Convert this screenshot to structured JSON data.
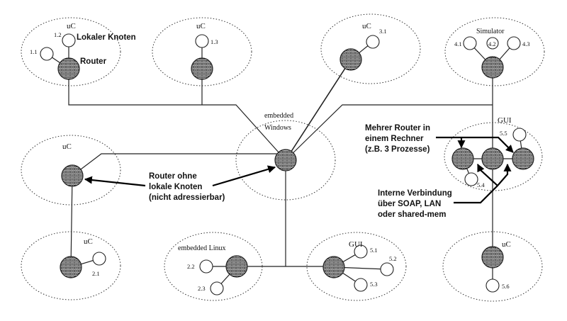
{
  "groups": {
    "uc1": "uC",
    "uc2": "uC",
    "uc3": "uC",
    "simulator": "Simulator",
    "windows_1": "embedded",
    "windows_2": "Windows",
    "uc_mid": "uC",
    "uc_bl": "uC",
    "linux": "embedded Linux",
    "gui_bottom": "GUI",
    "gui_right": "GUI",
    "uc_br": "uC"
  },
  "nodes": {
    "n11": "1.1",
    "n12": "1.2",
    "n13": "1.3",
    "n31": "3.1",
    "n41": "4.1",
    "n42": "4.2",
    "n43": "4.3",
    "n21": "2.1",
    "n22": "2.2",
    "n23": "2.3",
    "n51": "5.1",
    "n52": "5.2",
    "n53": "5.3",
    "n54": "5.4",
    "n55": "5.5",
    "n56": "5.6"
  },
  "annotations": {
    "local_node": "Lokaler Knoten",
    "router": "Router",
    "router_no_local": [
      "Router ohne",
      "lokale Knoten",
      "(nicht adressierbar)"
    ],
    "multi_router": [
      "Mehrer Router in",
      "einem Rechner",
      "(z.B. 3 Prozesse)"
    ],
    "internal": [
      "Interne Verbindung",
      "über SOAP, LAN",
      "oder shared-mem"
    ]
  }
}
